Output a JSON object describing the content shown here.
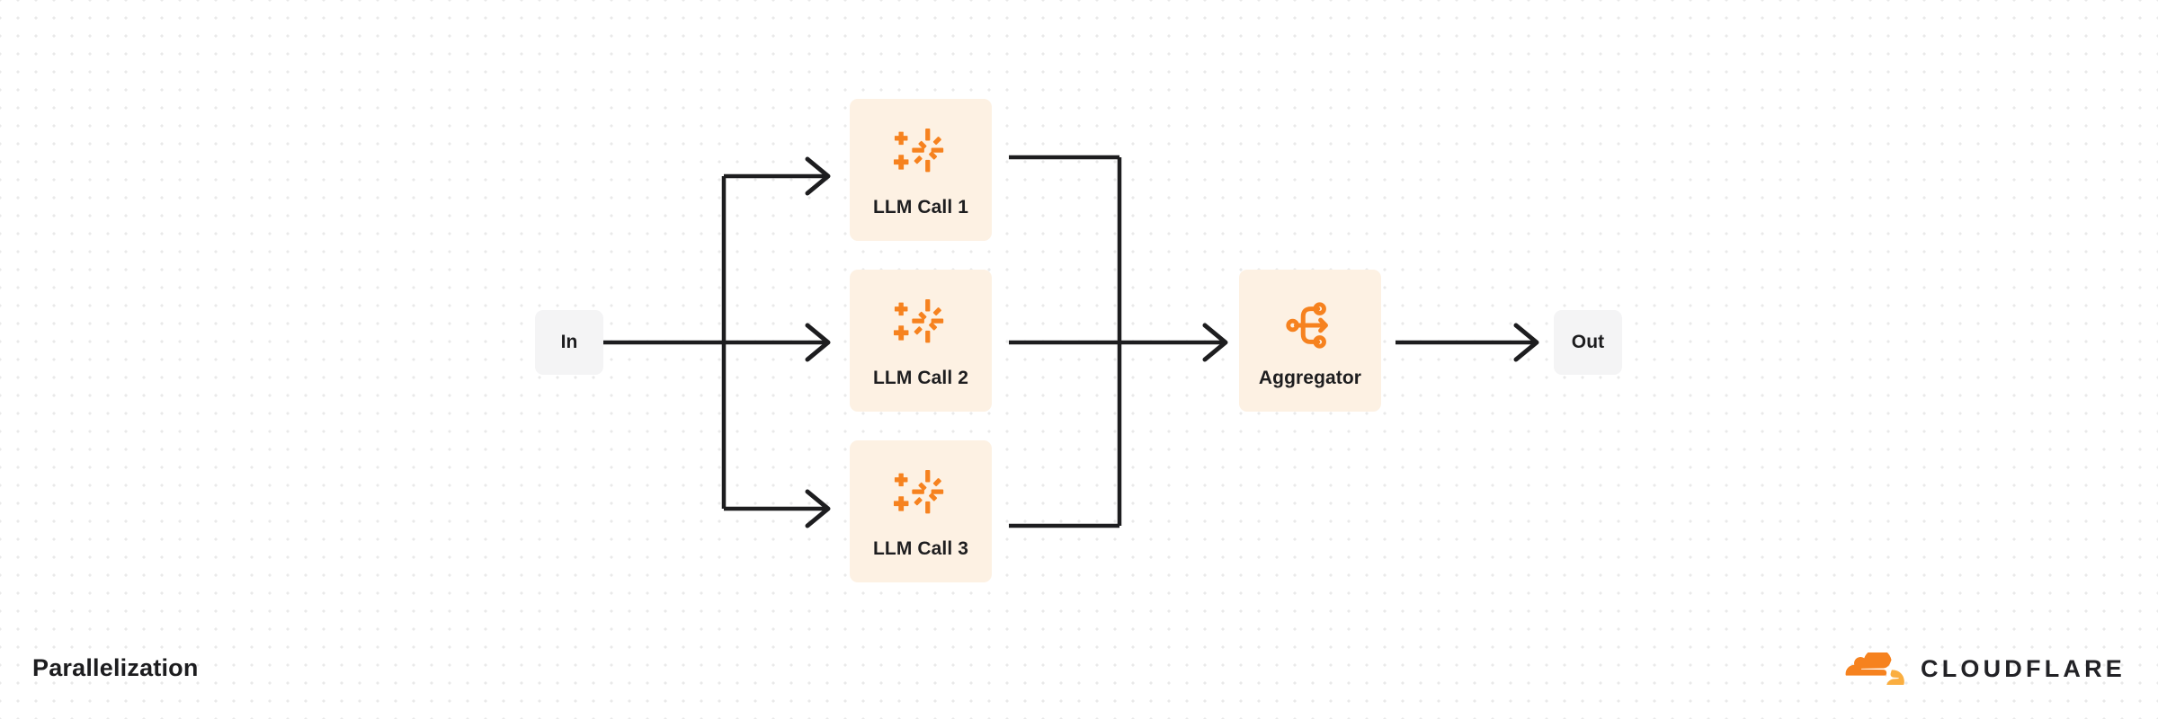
{
  "diagram": {
    "title": "Parallelization",
    "type": "flow-diagram",
    "nodes": [
      {
        "id": "in",
        "label": "In",
        "kind": "io",
        "icon": null
      },
      {
        "id": "llm-1",
        "label": "LLM Call 1",
        "kind": "card",
        "icon": "sparkle-icon"
      },
      {
        "id": "llm-2",
        "label": "LLM Call 2",
        "kind": "card",
        "icon": "sparkle-icon"
      },
      {
        "id": "llm-3",
        "label": "LLM Call 3",
        "kind": "card",
        "icon": "sparkle-icon"
      },
      {
        "id": "aggregator",
        "label": "Aggregator",
        "kind": "card",
        "icon": "aggregator-merge-icon"
      },
      {
        "id": "out",
        "label": "Out",
        "kind": "io",
        "icon": null
      }
    ],
    "edges": [
      {
        "from": "in",
        "to": "llm-1",
        "style": "orthogonal",
        "arrow": true
      },
      {
        "from": "in",
        "to": "llm-2",
        "style": "straight",
        "arrow": true
      },
      {
        "from": "in",
        "to": "llm-3",
        "style": "orthogonal",
        "arrow": true
      },
      {
        "from": "llm-1",
        "to": "aggregator",
        "style": "orthogonal",
        "arrow": false
      },
      {
        "from": "llm-2",
        "to": "aggregator",
        "style": "straight",
        "arrow": true
      },
      {
        "from": "llm-3",
        "to": "aggregator",
        "style": "orthogonal",
        "arrow": false
      },
      {
        "from": "aggregator",
        "to": "out",
        "style": "straight",
        "arrow": true
      }
    ]
  },
  "brand": {
    "name": "CLOUDFLARE",
    "logo_icon": "cloudflare-cloud-icon"
  },
  "colors": {
    "accent_orange": "#f6821f",
    "accent_orange_light": "#faae40",
    "card_background": "#fdf1e3",
    "io_background": "#f4f4f5",
    "edge_stroke": "#1d1d1f",
    "text_primary": "#1d1d1f",
    "grid_dot": "#e9e9e9",
    "canvas_background": "#ffffff"
  }
}
